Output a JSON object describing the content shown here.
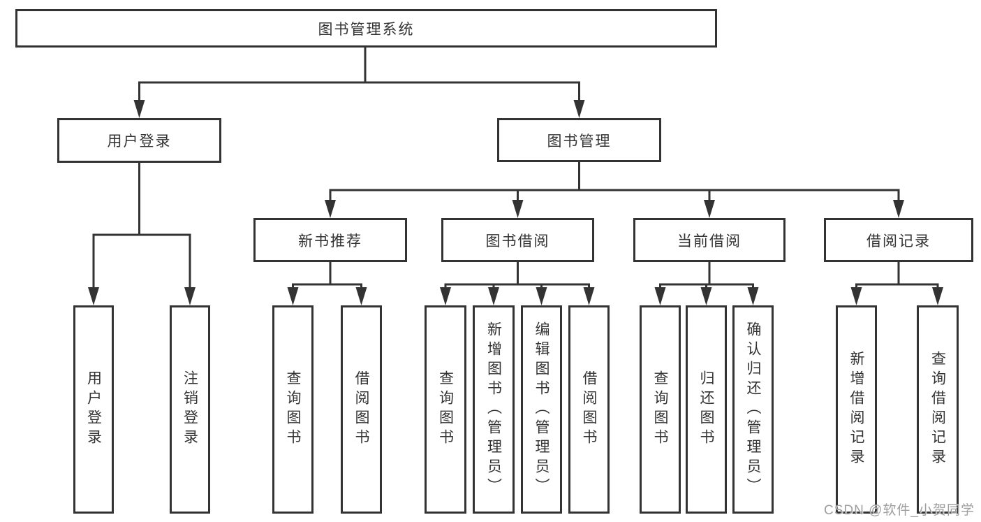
{
  "diagram": {
    "root": {
      "label": "图书管理系统",
      "children": [
        {
          "label": "用户登录",
          "children": [
            {
              "label": "用户登录"
            },
            {
              "label": "注销登录"
            }
          ]
        },
        {
          "label": "图书管理",
          "children": [
            {
              "label": "新书推荐",
              "children": [
                {
                  "label": "查询图书"
                },
                {
                  "label": "借阅图书"
                }
              ]
            },
            {
              "label": "图书借阅",
              "children": [
                {
                  "label": "查询图书"
                },
                {
                  "label": "新增图书（管理员）"
                },
                {
                  "label": "编辑图书（管理员）"
                },
                {
                  "label": "借阅图书"
                }
              ]
            },
            {
              "label": "当前借阅",
              "children": [
                {
                  "label": "查询图书"
                },
                {
                  "label": "归还图书"
                },
                {
                  "label": "确认归还（管理员）"
                }
              ]
            },
            {
              "label": "借阅记录",
              "children": [
                {
                  "label": "新增借阅记录"
                },
                {
                  "label": "查询借阅记录"
                }
              ]
            }
          ]
        }
      ]
    }
  },
  "watermark": {
    "text": "CSDN @软件_小贺同学"
  },
  "colors": {
    "line": "#333333",
    "box_border": "#333333",
    "text": "#333333",
    "watermark": "#9e9e9e",
    "background": "#ffffff"
  }
}
